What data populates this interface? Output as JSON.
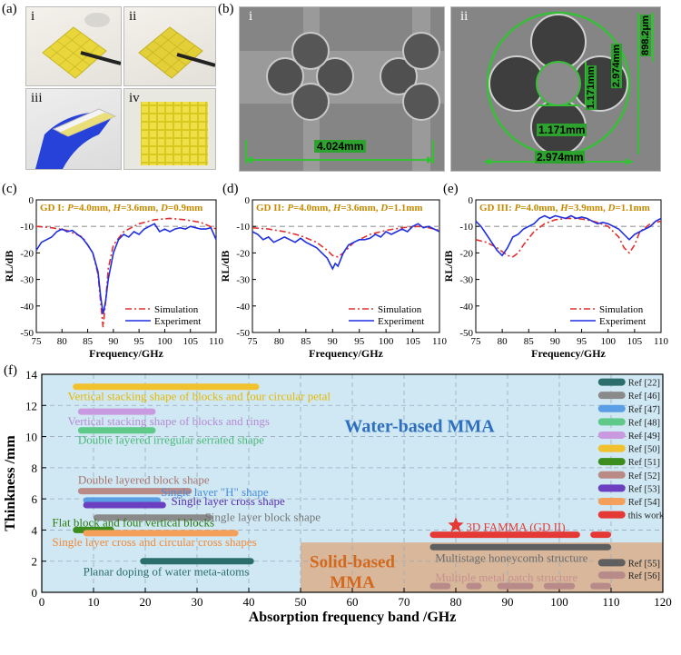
{
  "panel_labels": {
    "a": "(a)",
    "b": "(b)",
    "c": "(c)",
    "d": "(d)",
    "e": "(e)",
    "f": "(f)"
  },
  "photos": {
    "i": "i",
    "ii": "ii",
    "iii": "iii",
    "iv": "iv"
  },
  "sem": {
    "left": {
      "label": "i",
      "scale": "4.024mm"
    },
    "right": {
      "label": "ii",
      "d1": "1.171mm",
      "d2": "1.171mm",
      "d3": "2.974mm",
      "d4": "2.974mm",
      "d5": "898.2μm"
    }
  },
  "chart_data": [
    {
      "type": "line",
      "title": "GD I: P=4.0mm, H=3.6mm, D=0.9mm",
      "title_parts": {
        "gd": "GD I: ",
        "p": "P",
        "pv": "=4.0mm, ",
        "h": "H",
        "hv": "=3.6mm, ",
        "d": "D",
        "dv": "=0.9mm"
      },
      "xlabel": "Frequency/GHz",
      "ylabel": "RL/dB",
      "xlim": [
        75,
        110
      ],
      "ylim": [
        -50,
        0
      ],
      "xticks": [
        75,
        80,
        85,
        90,
        95,
        100,
        105,
        110
      ],
      "yticks": [
        -50,
        -40,
        -30,
        -20,
        -10,
        0
      ],
      "reference_line": -10,
      "legend": [
        "Simulation",
        "Experiment"
      ],
      "series": [
        {
          "name": "Simulation",
          "color": "#e03030",
          "style": "dashdot",
          "x": [
            75,
            78,
            81,
            84,
            86,
            87,
            87.5,
            88,
            88.5,
            89,
            90,
            92,
            95,
            98,
            101,
            104,
            107,
            110
          ],
          "y": [
            -10,
            -10.5,
            -11.5,
            -14,
            -20,
            -28,
            -38,
            -48,
            -38,
            -26,
            -17,
            -12,
            -9,
            -7.5,
            -7,
            -7.5,
            -8.5,
            -11
          ]
        },
        {
          "name": "Experiment",
          "color": "#1f2fe0",
          "style": "solid",
          "x": [
            75,
            76,
            77,
            78,
            79,
            80,
            81,
            82,
            83,
            84,
            85,
            86,
            87,
            87.5,
            88,
            88.5,
            89,
            90,
            91,
            92,
            93,
            94,
            95,
            96,
            97,
            98,
            99,
            100,
            101,
            102,
            103,
            104,
            105,
            106,
            107,
            108,
            109,
            110
          ],
          "y": [
            -19,
            -16,
            -15,
            -14,
            -12,
            -11,
            -12,
            -11.5,
            -13,
            -14.5,
            -17,
            -20,
            -27,
            -36,
            -43,
            -38,
            -30,
            -20,
            -15,
            -13,
            -14,
            -12,
            -13,
            -11,
            -10,
            -9,
            -12,
            -11,
            -12,
            -11,
            -10.5,
            -11,
            -10,
            -10.5,
            -11,
            -11,
            -10.5,
            -15
          ]
        }
      ]
    },
    {
      "type": "line",
      "title": "GD II: P=4.0mm, H=3.6mm, D=1.1mm",
      "title_parts": {
        "gd": "GD II: ",
        "p": "P",
        "pv": "=4.0mm, ",
        "h": "H",
        "hv": "=3.6mm, ",
        "d": "D",
        "dv": "=1.1mm"
      },
      "xlabel": "Frequency/GHz",
      "ylabel": "RL/dB",
      "xlim": [
        75,
        110
      ],
      "ylim": [
        -50,
        0
      ],
      "xticks": [
        75,
        80,
        85,
        90,
        95,
        100,
        105,
        110
      ],
      "yticks": [
        -50,
        -40,
        -30,
        -20,
        -10,
        0
      ],
      "reference_line": -10,
      "legend": [
        "Simulation",
        "Experiment"
      ],
      "series": [
        {
          "name": "Simulation",
          "color": "#e03030",
          "style": "dashdot",
          "x": [
            75,
            78,
            81,
            84,
            87,
            89,
            90,
            91,
            92,
            94,
            97,
            100,
            103,
            106,
            108,
            110
          ],
          "y": [
            -10.5,
            -11,
            -12,
            -13.5,
            -16,
            -19,
            -21,
            -21.5,
            -20,
            -16,
            -13,
            -11.5,
            -10.5,
            -10,
            -10.5,
            -11.5
          ]
        },
        {
          "name": "Experiment",
          "color": "#1f2fe0",
          "style": "solid",
          "x": [
            75,
            76,
            77,
            78,
            79,
            80,
            81,
            82,
            83,
            84,
            85,
            86,
            87,
            88,
            89,
            89.5,
            90,
            90.5,
            91,
            92,
            93,
            94,
            95,
            96,
            97,
            98,
            99,
            100,
            101,
            102,
            103,
            104,
            105,
            106,
            107,
            108,
            109,
            110
          ],
          "y": [
            -12,
            -13,
            -15,
            -14,
            -16,
            -15,
            -14,
            -15,
            -16,
            -14.5,
            -16,
            -17,
            -18,
            -20,
            -22,
            -24,
            -26,
            -24,
            -25,
            -20,
            -17,
            -16,
            -15,
            -15,
            -14.5,
            -13,
            -14,
            -12,
            -13,
            -12,
            -11,
            -12,
            -10,
            -9,
            -10.5,
            -10,
            -11,
            -12
          ]
        }
      ]
    },
    {
      "type": "line",
      "title": "GD III: P=4.0mm, H=3.9mm, D=1.1mm",
      "title_parts": {
        "gd": "GD III: ",
        "p": "P",
        "pv": "=4.0mm, ",
        "h": "H",
        "hv": "=3.9mm, ",
        "d": "D",
        "dv": "=1.1mm"
      },
      "xlabel": "Frequency/GHz",
      "ylabel": "RL/dB",
      "xlim": [
        75,
        110
      ],
      "ylim": [
        -50,
        0
      ],
      "xticks": [
        75,
        80,
        85,
        90,
        95,
        100,
        105,
        110
      ],
      "yticks": [
        -50,
        -40,
        -30,
        -20,
        -10,
        0
      ],
      "reference_line": -10,
      "legend": [
        "Simulation",
        "Experiment"
      ],
      "series": [
        {
          "name": "Simulation",
          "color": "#e03030",
          "style": "dashdot",
          "x": [
            75,
            77,
            79,
            81,
            82,
            83,
            84,
            86,
            88,
            90,
            92,
            94,
            96,
            98,
            100,
            102,
            103,
            104,
            105,
            106,
            108,
            110
          ],
          "y": [
            -15,
            -16,
            -18,
            -21,
            -21.5,
            -20,
            -17,
            -12,
            -9,
            -7.5,
            -7,
            -7,
            -7.5,
            -8.5,
            -10,
            -14,
            -18,
            -20,
            -17,
            -12,
            -9,
            -8
          ]
        },
        {
          "name": "Experiment",
          "color": "#1f2fe0",
          "style": "solid",
          "x": [
            75,
            76,
            77,
            78,
            79,
            80,
            81,
            82,
            83,
            84,
            85,
            86,
            87,
            88,
            89,
            90,
            91,
            92,
            93,
            94,
            95,
            96,
            97,
            98,
            99,
            100,
            101,
            102,
            103,
            104,
            105,
            106,
            107,
            108,
            109,
            110
          ],
          "y": [
            -8,
            -10,
            -13,
            -16,
            -19,
            -21,
            -18,
            -14,
            -13,
            -11,
            -10,
            -9,
            -7,
            -6,
            -7,
            -6,
            -6.5,
            -7,
            -6,
            -7,
            -6.5,
            -7,
            -8,
            -9,
            -8.5,
            -9,
            -10,
            -11,
            -13,
            -15,
            -13,
            -12,
            -11,
            -10,
            -8,
            -7
          ]
        }
      ]
    },
    {
      "type": "bar",
      "title": "",
      "xlabel": "Absorption frequency band /GHz",
      "ylabel": "Thinkness /mm",
      "xlim": [
        0,
        120
      ],
      "ylim": [
        0,
        14
      ],
      "xticks": [
        0,
        10,
        20,
        30,
        40,
        50,
        60,
        70,
        80,
        90,
        100,
        110,
        120
      ],
      "yticks": [
        0,
        2,
        4,
        6,
        8,
        10,
        12,
        14
      ],
      "regions": {
        "water_label": "Water-based MMA",
        "solid_label": [
          "Solid-based",
          "MMA"
        ],
        "solid_x": [
          50,
          120
        ],
        "solid_y": [
          0,
          3.2
        ]
      },
      "legend": [
        "Ref [22]",
        "Ref [46]",
        "Ref [47]",
        "Ref [48]",
        "Ref [49]",
        "Ref [50]",
        "Ref [51]",
        "Ref [52]",
        "Ref [53]",
        "Ref [54]",
        "this work",
        "Ref [55]",
        "Ref [56]"
      ],
      "bars": [
        {
          "ref": "Ref [50]",
          "color": "#f2c12e",
          "x": [
            6,
            42
          ],
          "y": 13.2,
          "label": "Vertical stacking shape of blocks and four circular petal",
          "label_color": "#e6b800"
        },
        {
          "ref": "Ref [49]",
          "color": "#c99ae0",
          "x": [
            7,
            22
          ],
          "y": 11.6,
          "label": "Vertical stacking shape of blocks and rings",
          "label_color": "#b88ad6"
        },
        {
          "ref": "Ref [48]",
          "color": "#5fc98a",
          "x": [
            7,
            22
          ],
          "y": 10.4,
          "label": "Double layered irregular serrated shape",
          "label_color": "#4cb87a"
        },
        {
          "ref": "Ref [52]",
          "color": "#b98a86",
          "x": [
            7,
            29
          ],
          "y": 6.5,
          "label": "Double layered block shape",
          "label_color": "#a8756f"
        },
        {
          "ref": "Ref [47]",
          "color": "#5b9ee6",
          "x": [
            8,
            23
          ],
          "y": 5.9,
          "label": "Single layer \"H\" shape",
          "label_color": "#4a8fd9"
        },
        {
          "ref": "Ref [53]",
          "color": "#6b3fbf",
          "x": [
            8,
            24
          ],
          "y": 5.6,
          "label": "Single layer cross shape",
          "label_color": "#5a2fb0"
        },
        {
          "ref": "Ref [46]",
          "color": "#8a8a8a",
          "x": [
            10,
            33
          ],
          "y": 4.8,
          "label": "Single layer block shape",
          "label_color": "#777777"
        },
        {
          "ref": "Ref [51]",
          "color": "#3d8c1e",
          "x": [
            6,
            14
          ],
          "y": 4.0,
          "label": "Flat block and four vertical blocks",
          "label_color": "#2f7a12"
        },
        {
          "ref": "Ref [54]",
          "color": "#f5a05a",
          "x": [
            8,
            38
          ],
          "y": 3.8,
          "label": "Single layer cross and circular cross shapes",
          "label_color": "#f08a3a"
        },
        {
          "ref": "Ref [22]",
          "color": "#2b6e6b",
          "x": [
            19,
            41
          ],
          "y": 2.0,
          "label": "Planar doping of water meta-atoms",
          "label_color": "#2b6e6b"
        },
        {
          "ref": "this work",
          "color": "#e53935",
          "x": [
            75,
            104
          ],
          "y": 3.7,
          "label": "3D FAMMA (GD II)",
          "label_color": "#e53935",
          "extra": [
            106,
            110
          ]
        },
        {
          "ref": "Ref [55]",
          "color": "#5f5f5f",
          "x": [
            75,
            110
          ],
          "y": 2.9,
          "label": "Multistage honeycomb structure",
          "label_color": "#6b6b6b"
        },
        {
          "ref": "Ref [56]",
          "color": "#b88a8a",
          "segments": [
            [
              75,
              79
            ],
            [
              82,
              85
            ],
            [
              88,
              95
            ],
            [
              97,
              103
            ],
            [
              106,
              110
            ]
          ],
          "y": 0.4,
          "label": "Multiple metal patch structure",
          "label_color": "#c69090"
        }
      ],
      "marker": {
        "x": 80,
        "y": 4.3,
        "shape": "star"
      }
    }
  ]
}
